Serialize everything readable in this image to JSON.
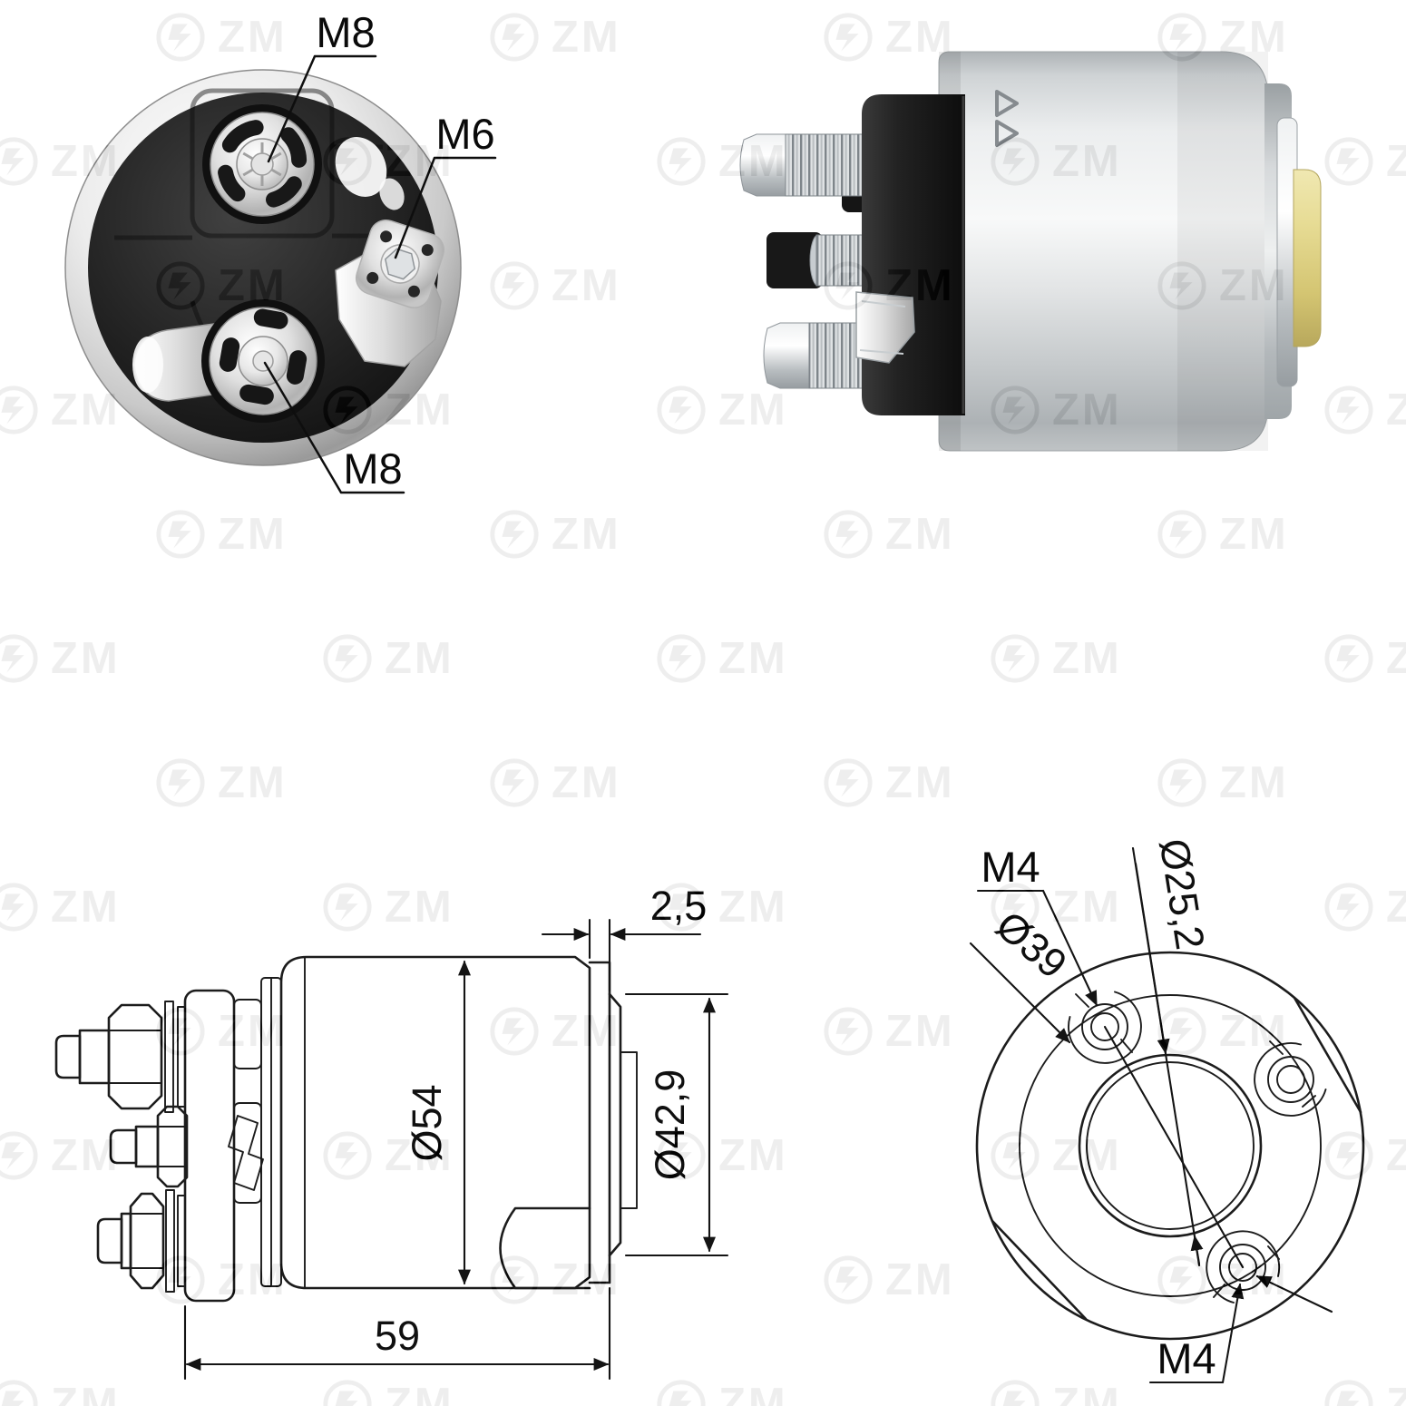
{
  "watermark": {
    "text": "ZM",
    "logo_icon": "zm-lightning-bolt-logo"
  },
  "terminal_end_photo": {
    "labels": {
      "top_terminal_thread": "M8",
      "side_terminal_thread": "M6",
      "bottom_terminal_thread": "M8"
    }
  },
  "side_view_drawing": {
    "dimensions": {
      "flange_thickness": "2,5",
      "body_diameter": "Ø54",
      "flange_diameter": "Ø42,9",
      "body_length": "59"
    }
  },
  "mounting_face_drawing": {
    "dimensions": {
      "upper_mounting_thread": "M4",
      "bore_diameter": "Ø25,2",
      "bolt_circle_diameter": "Ø39",
      "lower_mounting_thread": "M4"
    }
  }
}
